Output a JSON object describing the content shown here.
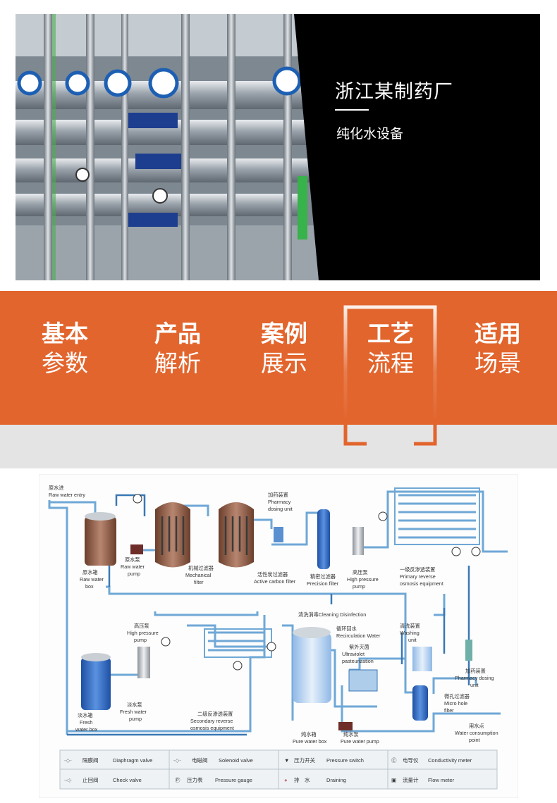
{
  "hero": {
    "title": "浙江某制药厂",
    "subtitle": "纯化水设备"
  },
  "nav": {
    "items": [
      {
        "line1": "基本",
        "line2": "参数"
      },
      {
        "line1": "产品",
        "line2": "解析"
      },
      {
        "line1": "案例",
        "line2": "展示"
      },
      {
        "line1": "工艺",
        "line2": "流程"
      },
      {
        "line1": "适用",
        "line2": "场景"
      }
    ],
    "selected_index": 3,
    "accent": "#e2652d"
  },
  "diagram": {
    "labels": {
      "raw_water_entry": [
        "原水进",
        "Raw water entry"
      ],
      "raw_water_box": [
        "原水箱",
        "Raw water",
        "box"
      ],
      "raw_water_pump": [
        "原水泵",
        "Raw water",
        "pump"
      ],
      "mechanical_filter": [
        "机械过滤器",
        "Mechanical",
        "filter"
      ],
      "active_carbon": [
        "活性炭过滤器",
        "Active carbon filter"
      ],
      "pharmacy_dosing_1": [
        "加药装置",
        "Pharmacy",
        "dosing unit"
      ],
      "precision_filter": [
        "精密过滤器",
        "Precision filter"
      ],
      "hp_pump_1": [
        "高压泵",
        "High pressure",
        "pump"
      ],
      "primary_ro": [
        "一级反渗透装置",
        "Primary reverse",
        "osmosis equipment"
      ],
      "cleaning_disinfection": [
        "清洗消毒Cleaning Disinfection"
      ],
      "recirculation": [
        "循环回水",
        "Recirculation Water"
      ],
      "uv": [
        "紫外灭菌",
        "Ultraviolet",
        "pasteurization"
      ],
      "washing_unit": [
        "清洗装置",
        "Washing",
        "unit"
      ],
      "hp_pump_2": [
        "高压泵",
        "High pressure",
        "pump"
      ],
      "pharmacy_dosing_2": [
        "加药装置",
        "Pharmacy dosing",
        "unit"
      ],
      "fresh_water_box": [
        "淡水箱",
        "Fresh",
        "water box"
      ],
      "fresh_water_pump": [
        "淡水泵",
        "Fresh water",
        "pump"
      ],
      "secondary_ro": [
        "二级反渗透装置",
        "Secondary reverse",
        "osmosis equipment"
      ],
      "pure_water_box": [
        "纯水箱",
        "Pure water box"
      ],
      "pure_water_pump": [
        "纯水泵",
        "Pure water pump"
      ],
      "micro_hole_filter": [
        "微孔过滤器",
        "Micro hole",
        "filter"
      ],
      "water_consumption": [
        "用水点",
        "Water consumption",
        "point"
      ]
    },
    "legend": [
      {
        "cn": "隔膜阀",
        "en": "Diaphragm valve",
        "icon": "diaphragm-valve-icon"
      },
      {
        "cn": "电磁阀",
        "en": "Solenoid valve",
        "icon": "solenoid-valve-icon"
      },
      {
        "cn": "压力开关",
        "en": "Pressure switch",
        "icon": "pressure-switch-icon"
      },
      {
        "cn": "电导仪",
        "en": "Conductivity meter",
        "icon": "conductivity-meter-icon"
      },
      {
        "cn": "止回阀",
        "en": "Check valve",
        "icon": "check-valve-icon"
      },
      {
        "cn": "压力表",
        "en": "Pressure gauge",
        "icon": "pressure-gauge-icon"
      },
      {
        "cn": "排　水",
        "en": "Draining",
        "icon": "drain-icon"
      },
      {
        "cn": "流量计",
        "en": "Flow meter",
        "icon": "flow-meter-icon"
      }
    ],
    "colors": {
      "pipe": "#6fa8d6",
      "pipe_dark": "#3a78b5",
      "tank_brown": "#8a5a44",
      "tank_blue": "#2d6fc4"
    }
  }
}
